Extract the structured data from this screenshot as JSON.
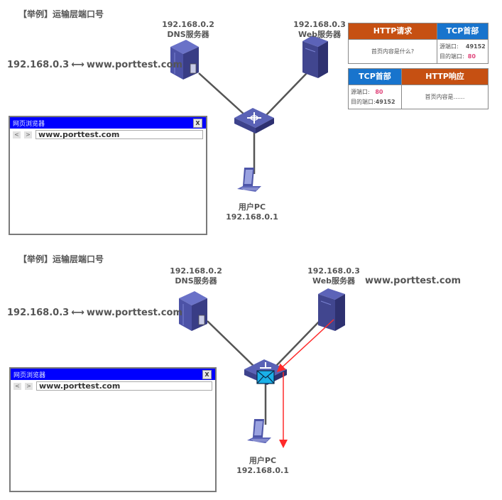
{
  "panels": [
    {
      "title": "【举例】运输层端口号",
      "dns_server": {
        "ip": "192.168.0.2",
        "name": "DNS服务器"
      },
      "web_server": {
        "ip": "192.168.0.3",
        "name": "Web服务器"
      },
      "user_pc": {
        "name": "用户PC",
        "ip": "192.168.0.1"
      },
      "mapping": {
        "ip": "192.168.0.3",
        "arrow": "⟷",
        "domain": "www.porttest.com"
      },
      "browser": {
        "title": "网页浏览器",
        "close": "X",
        "back": "<",
        "forward": ">",
        "address": "www.porttest.com"
      },
      "http_request": {
        "http_header": "HTTP请求",
        "http_body": "首页内容是什么?",
        "tcp_header": "TCP首部",
        "src_label": "源端口:",
        "src_port": "49152",
        "dst_label": "目的端口:",
        "dst_port": "80"
      },
      "http_response": {
        "tcp_header": "TCP首部",
        "src_label": "源端口:",
        "src_port": "80",
        "dst_label": "目的端口:",
        "dst_port": "49152",
        "http_header": "HTTP响应",
        "http_body": "首页内容是……"
      }
    },
    {
      "title": "【举例】运输层端口号",
      "dns_server": {
        "ip": "192.168.0.2",
        "name": "DNS服务器"
      },
      "web_server": {
        "ip": "192.168.0.3",
        "name": "Web服务器",
        "domain": "www.porttest.com"
      },
      "user_pc": {
        "name": "用户PC",
        "ip": "192.168.0.1"
      },
      "mapping": {
        "ip": "192.168.0.3",
        "arrow": "⟷",
        "domain": "www.porttest.com"
      },
      "browser": {
        "title": "网页浏览器",
        "close": "X",
        "back": "<",
        "forward": ">",
        "address": "www.porttest.com"
      }
    }
  ],
  "colors": {
    "http": "#c65012",
    "tcp": "#1874cd",
    "browser_title": "#0000ff",
    "port_highlight": "#e0457b",
    "packet_path": "#ff2a2a",
    "envelope": "#1ab0e8"
  }
}
